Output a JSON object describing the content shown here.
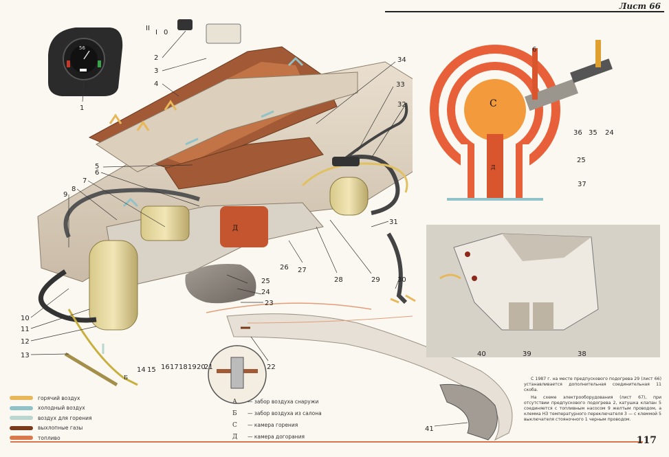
{
  "header": {
    "sheet": "Лист 66"
  },
  "page_number": "117",
  "colors": {
    "hot_air": "#e8b75a",
    "cold_air": "#8fc3c9",
    "combustion_air": "#b9d7cf",
    "exhaust": "#7a3a1c",
    "fuel": "#d87a4e",
    "chamber": "#e8603a",
    "accent_line": "#d8754b"
  },
  "callouts": [
    "1",
    "2",
    "3",
    "4",
    "5",
    "6",
    "7",
    "8",
    "9",
    "10",
    "11",
    "12",
    "13",
    "14",
    "15",
    "16",
    "17",
    "18",
    "19",
    "20",
    "21",
    "22",
    "23",
    "24",
    "25",
    "26",
    "27",
    "28",
    "29",
    "30",
    "31",
    "32",
    "33",
    "34",
    "35",
    "36",
    "37",
    "38",
    "39",
    "40",
    "41"
  ],
  "roman": [
    "II",
    "I",
    "0"
  ],
  "diagram_letters": {
    "a": "А",
    "b": "Б",
    "c": "С",
    "d": "Д"
  },
  "gauge_text": "56",
  "legend": [
    {
      "label": "горячий воздух",
      "icon": "hot-air-arrow-icon",
      "color": "#e8b75a"
    },
    {
      "label": "холодный воздух",
      "icon": "cold-air-arrow-icon",
      "color": "#8fc3c9"
    },
    {
      "label": "воздух для горения",
      "icon": "combustion-air-arrow-icon",
      "color": "#b9d7cf"
    },
    {
      "label": "выхлопные газы",
      "icon": "exhaust-arrow-icon",
      "color": "#7a3a1c"
    },
    {
      "label": "топливо",
      "icon": "fuel-arrow-icon",
      "color": "#d87a4e"
    }
  ],
  "keys": [
    {
      "key": "А",
      "text": "— забор воздуха снаружи"
    },
    {
      "key": "Б",
      "text": "— забор воздуха из салона"
    },
    {
      "key": "С",
      "text": "— камера горения"
    },
    {
      "key": "Д",
      "text": "— камера догорания"
    }
  ],
  "note": [
    "С 1987 г. на месте предпускового подогрева 29 (лист 66) устанавливается дополнительная соединительная 11 скоба.",
    "На схеме электрооборудования (лист 67), при отсутствии предпускового подогрева 2, катушка клапан 5 соединяется с топливным насосом 9 желтым проводом, а клемма НЗ температурного переключателя 3 — с клеммой 5 выключателя стояночного 1 черным проводом."
  ]
}
